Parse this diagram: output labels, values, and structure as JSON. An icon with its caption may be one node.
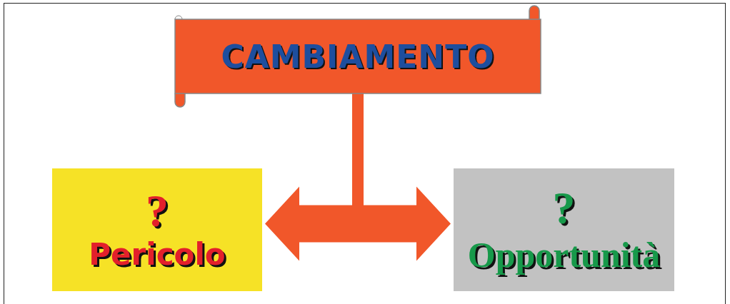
{
  "diagram": {
    "nodes": [
      {
        "text": [
          "CAMBIAMENTO"
        ]
      },
      {
        "text": [
          "?",
          "Pericolo"
        ]
      },
      {
        "text": [
          "?",
          "Opportunità"
        ]
      }
    ],
    "edges": [
      {
        "from": 0,
        "to": 1,
        "arrow": "to",
        "style": "thick"
      },
      {
        "from": 0,
        "to": 2,
        "arrow": "to",
        "style": "thick"
      }
    ]
  }
}
